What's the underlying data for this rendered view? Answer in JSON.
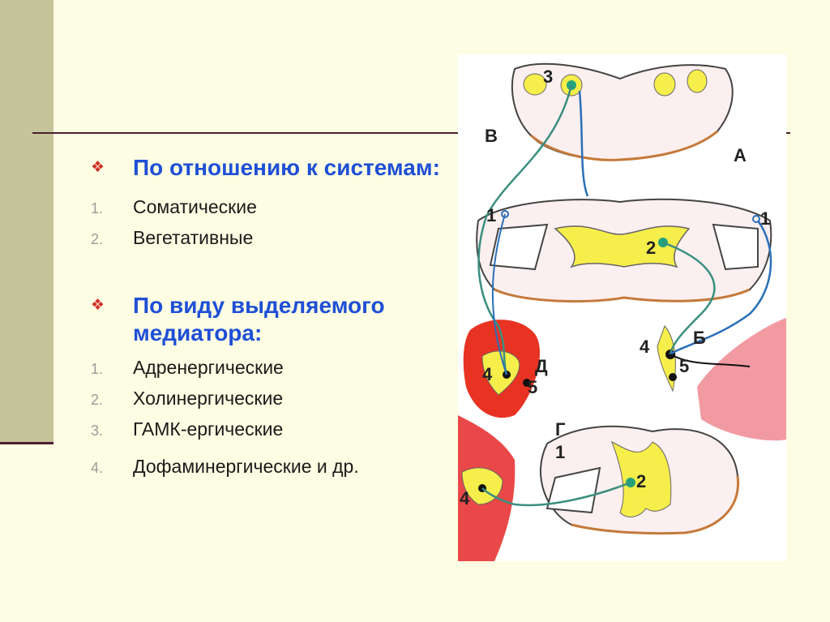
{
  "slide": {
    "section1": {
      "bullet": "❖",
      "title": "По отношению к системам:"
    },
    "list1": [
      "Соматические",
      "Вегетативные"
    ],
    "section2": {
      "bullet": "❖",
      "title": "По виду выделяемого медиатора:"
    },
    "list2": [
      "Адренергические",
      "Холинергические",
      "ГАМК-ергические",
      "Дофаминергические и др."
    ]
  },
  "diagram": {
    "labels": {
      "panel_v": "В",
      "panel_a": "А",
      "panel_b": "Б",
      "panel_g": "Г",
      "panel_d": "Д",
      "n3": "3",
      "n1_left": "1",
      "n1_right": "1",
      "n2_a": "2",
      "n4_b": "4",
      "n5_b": "5",
      "n4_heart": "4",
      "n5_heart": "5",
      "n1_g": "1",
      "n2_g": "2",
      "n4_g": "4"
    }
  }
}
